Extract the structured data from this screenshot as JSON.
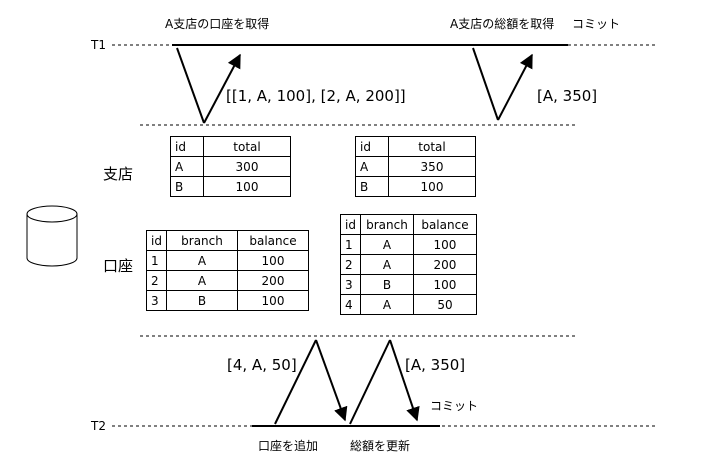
{
  "t1": {
    "label": "T1",
    "op1": "A支店の口座を取得",
    "op2": "A支店の総額を取得",
    "commit": "コミット",
    "result1": "[[1, A, 100], [2, A, 200]]",
    "result2": "[A, 350]"
  },
  "t2": {
    "label": "T2",
    "op1": "口座を追加",
    "op2": "総額を更新",
    "commit": "コミット",
    "data1": "[4, A, 50]",
    "data2": "[A, 350]"
  },
  "db": {
    "branch_label": "支店",
    "account_label": "口座"
  },
  "branch_before": {
    "headers": [
      "id",
      "total"
    ],
    "rows": [
      [
        "A",
        "300"
      ],
      [
        "B",
        "100"
      ]
    ]
  },
  "branch_after": {
    "headers": [
      "id",
      "total"
    ],
    "rows": [
      [
        "A",
        "350"
      ],
      [
        "B",
        "100"
      ]
    ]
  },
  "account_before": {
    "headers": [
      "id",
      "branch",
      "balance"
    ],
    "rows": [
      [
        "1",
        "A",
        "100"
      ],
      [
        "2",
        "A",
        "200"
      ],
      [
        "3",
        "B",
        "100"
      ]
    ]
  },
  "account_after": {
    "headers": [
      "id",
      "branch",
      "balance"
    ],
    "rows": [
      [
        "1",
        "A",
        "100"
      ],
      [
        "2",
        "A",
        "200"
      ],
      [
        "3",
        "B",
        "100"
      ],
      [
        "4",
        "A",
        "50"
      ]
    ]
  }
}
